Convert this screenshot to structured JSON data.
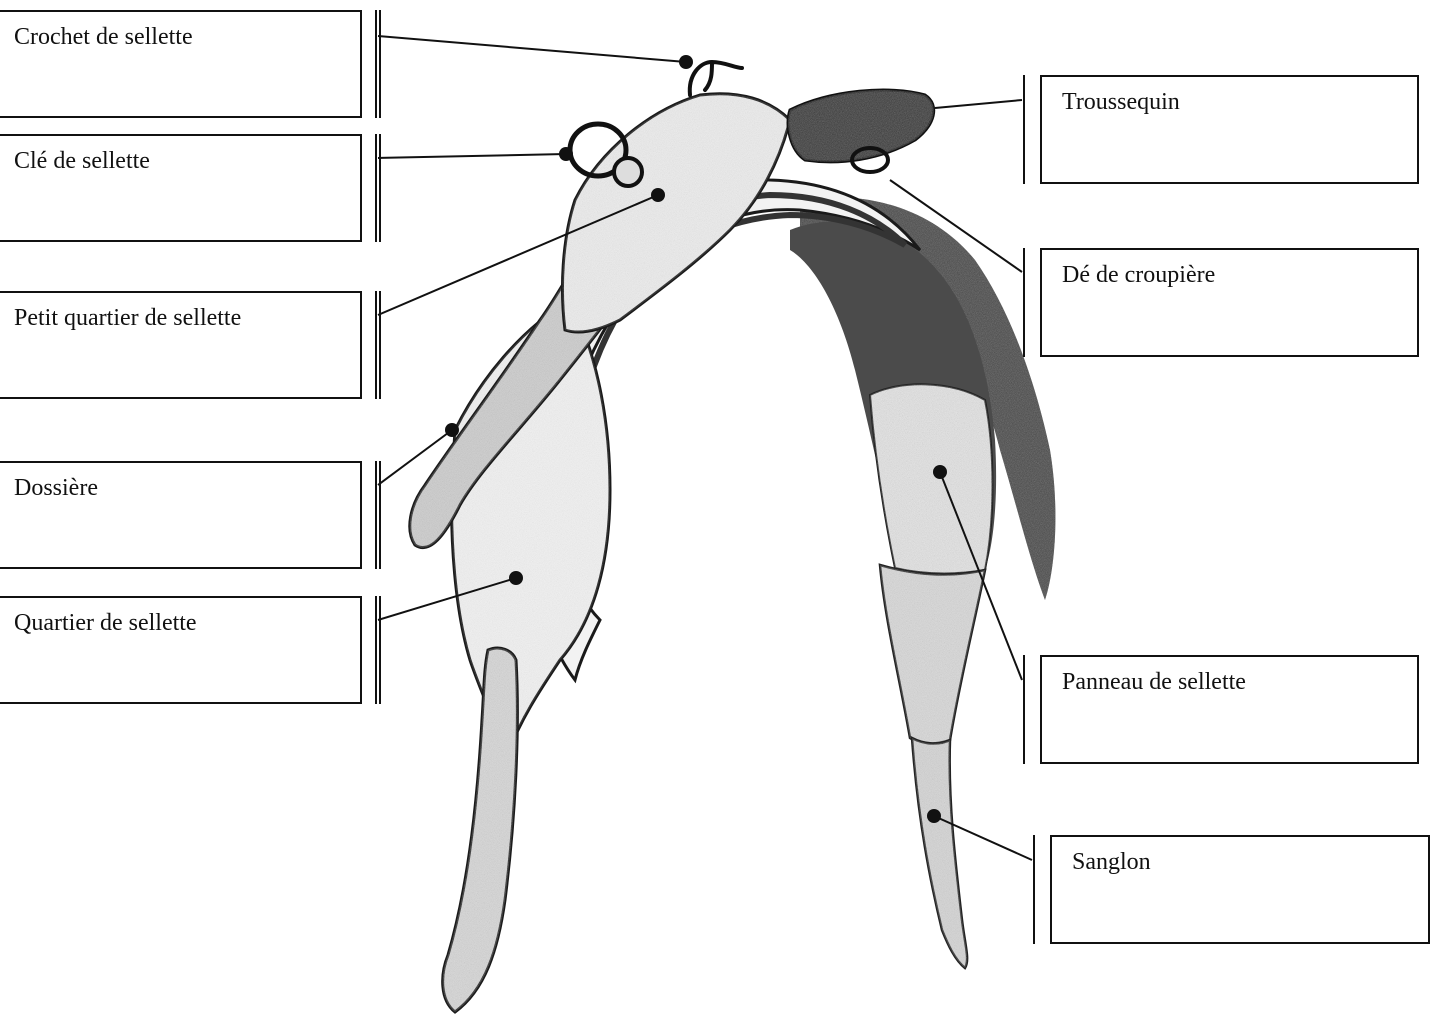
{
  "labels": {
    "crochet": "Crochet de sellette",
    "cle": "Clé de sellette",
    "petit_quartier": "Petit quartier de sellette",
    "dossiere": "Dossière",
    "quartier": "Quartier de sellette",
    "troussequin": "Troussequin",
    "de_croupiere": "Dé de croupière",
    "panneau": "Panneau de sellette",
    "sanglon": "Sanglon"
  },
  "colors": {
    "ink": "#111111",
    "shade": "#6b6b6b",
    "dark": "#2a2a2a",
    "paper": "#ffffff"
  }
}
